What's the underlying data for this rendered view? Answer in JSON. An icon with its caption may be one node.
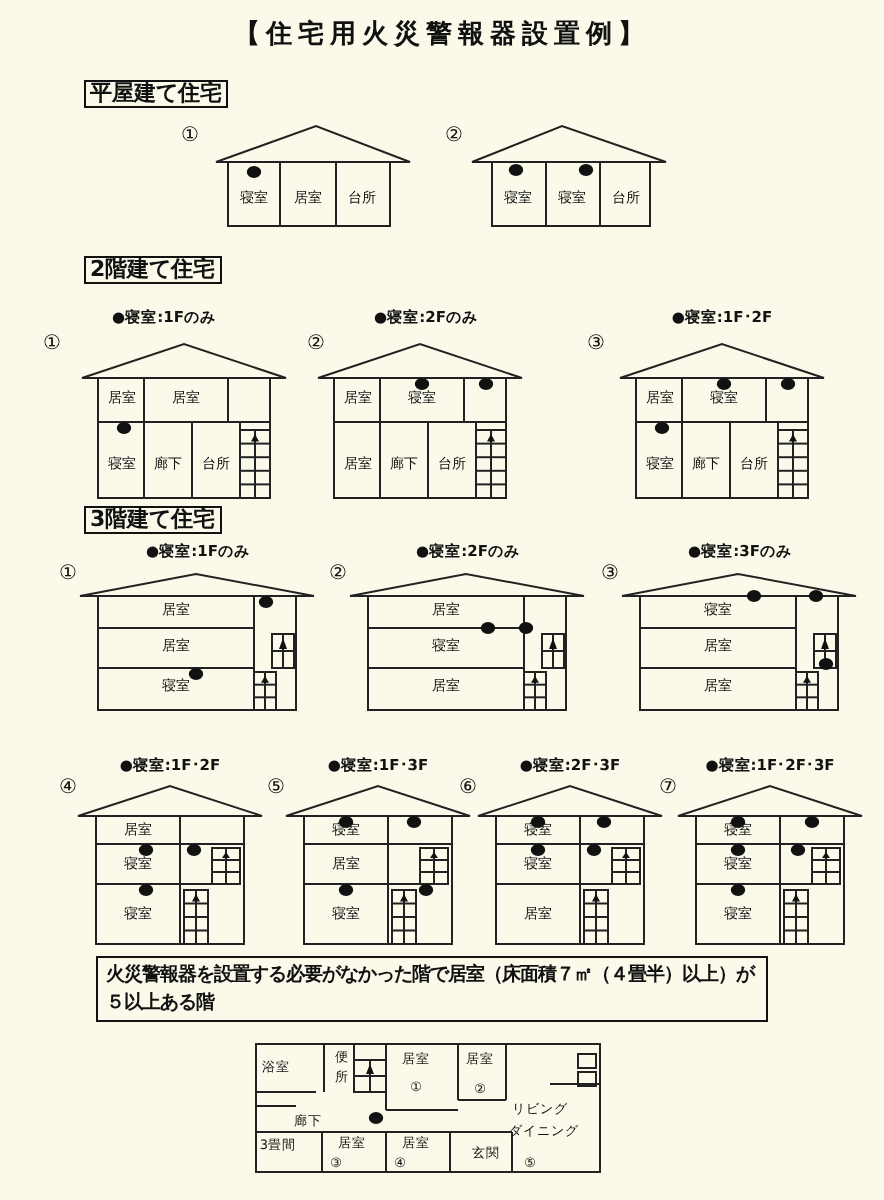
{
  "diagram": {
    "title": "【住宅用火災警報器設置例】",
    "labels": [
      "平屋建て住宅",
      "①",
      "寝室",
      "居室",
      "台所",
      "②",
      "寝室",
      "寝室",
      "台所",
      "2階建て住宅",
      "●寝室:1Fのみ",
      "①",
      "居室",
      "居室",
      "寝室",
      "廊下",
      "台所",
      "●寝室:2Fのみ",
      "②",
      "居室",
      "寝室",
      "居室",
      "廊下",
      "台所",
      "●寝室:1F･2F",
      "③",
      "居室",
      "寝室",
      "寝室",
      "廊下",
      "台所",
      "3階建て住宅",
      "●寝室:1Fのみ",
      "①",
      "居室",
      "居室",
      "寝室",
      "●寝室:2Fのみ",
      "②",
      "居室",
      "寝室",
      "居室",
      "●寝室:3Fのみ",
      "③",
      "寝室",
      "居室",
      "居室",
      "●寝室:1F･2F",
      "④",
      "居室",
      "寝室",
      "寝室",
      "●寝室:1F･3F",
      "⑤",
      "寝室",
      "居室",
      "寝室",
      "●寝室:2F･3F",
      "⑥",
      "寝室",
      "寝室",
      "居室",
      "●寝室:1F･2F･3F",
      "⑦",
      "寝室",
      "寝室",
      "寝室",
      "火災警報器を設置する必要がなかった階で居室（床面積７㎡（４畳半）以上）が５以上ある階",
      "浴室",
      "便所",
      "居室",
      "①",
      "居室",
      "②",
      "リビング",
      "廊下",
      "ダイニング",
      "3畳間",
      "居室",
      "③",
      "居室",
      "④",
      "玄関",
      "⑤"
    ]
  }
}
